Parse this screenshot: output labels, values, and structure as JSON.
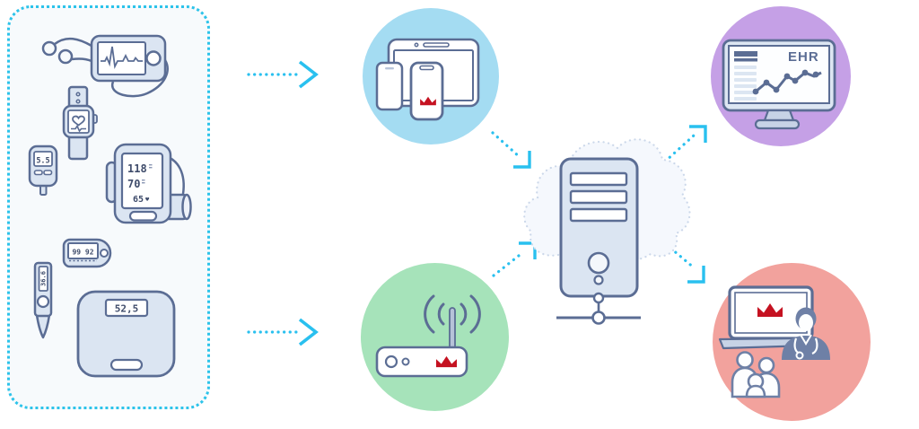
{
  "colors": {
    "accent_cyan": "#29c0ef",
    "outline_slate": "#5b6d94",
    "device_fill": "#dbe5f2",
    "panel_bg": "#f7fafc",
    "mobile_circle": "#a4dcf2",
    "gateway_circle": "#a6e3ba",
    "ehr_circle": "#c5a0e6",
    "telehealth_circle": "#f2a29d",
    "brand_red": "#c51221",
    "cloud_outline": "#ccd8ea"
  },
  "devices": {
    "panel_icon": "medical-devices-panel",
    "ecg_monitor": {
      "icon": "ecg-holter-monitor-icon"
    },
    "smartwatch": {
      "icon": "fitness-smartwatch-icon"
    },
    "glucose_meter": {
      "icon": "glucose-meter-icon",
      "reading": "5.5"
    },
    "bp_monitor": {
      "icon": "blood-pressure-monitor-icon",
      "systolic": "118",
      "diastolic": "70",
      "pulse": "65",
      "heart": "♥"
    },
    "pulse_oximeter": {
      "icon": "pulse-oximeter-icon",
      "reading": "99 92"
    },
    "thermometer": {
      "icon": "thermometer-icon",
      "reading": "36.6"
    },
    "scale": {
      "icon": "weight-scale-icon",
      "reading": "52,5"
    }
  },
  "nodes": {
    "mobile_devices": {
      "icon": "mobile-devices-icon"
    },
    "gateway": {
      "icon": "wifi-router-icon"
    },
    "server": {
      "icon": "server-tower-cloud-icon"
    },
    "ehr": {
      "icon": "ehr-monitor-icon",
      "label": "EHR"
    },
    "telehealth": {
      "icon": "telehealth-doctor-family-icon"
    }
  },
  "flows": [
    {
      "from": "medical-devices-panel",
      "to": "mobile-devices"
    },
    {
      "from": "medical-devices-panel",
      "to": "wifi-gateway"
    },
    {
      "from": "mobile-devices",
      "to": "cloud-server"
    },
    {
      "from": "wifi-gateway",
      "to": "cloud-server"
    },
    {
      "from": "cloud-server",
      "to": "ehr-system"
    },
    {
      "from": "cloud-server",
      "to": "telehealth-consultation"
    }
  ]
}
